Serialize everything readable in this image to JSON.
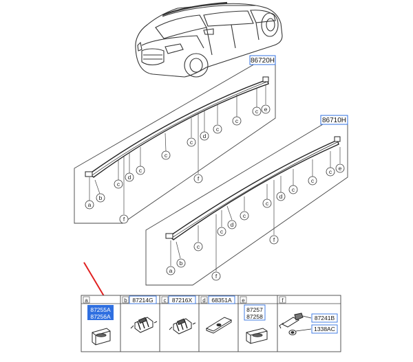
{
  "assemblies": [
    {
      "id": "upper",
      "part_number": "86720H",
      "callouts": [
        "a",
        "b",
        "c",
        "d",
        "c",
        "f",
        "c",
        "d",
        "c",
        "c",
        "c",
        "e",
        "f",
        "c"
      ]
    },
    {
      "id": "lower",
      "part_number": "86710H",
      "callouts": [
        "a",
        "b",
        "c",
        "d",
        "c",
        "f",
        "c",
        "d",
        "c",
        "c",
        "c",
        "e",
        "f",
        "c"
      ]
    }
  ],
  "legend": {
    "cells": [
      {
        "letter": "a",
        "parts": [
          "87255A",
          "87256A"
        ],
        "highlighted": true,
        "icon": "rubber-cap-icon"
      },
      {
        "letter": "b",
        "parts": [
          "87214G"
        ],
        "highlighted": false,
        "icon": "mounting-clip-icon"
      },
      {
        "letter": "c",
        "parts": [
          "87216X"
        ],
        "highlighted": false,
        "icon": "retainer-clip-icon"
      },
      {
        "letter": "d",
        "parts": [
          "68351A"
        ],
        "highlighted": false,
        "icon": "flat-pad-icon"
      },
      {
        "letter": "e",
        "parts": [
          "87257",
          "87258"
        ],
        "highlighted": false,
        "icon": "end-cap-icon"
      },
      {
        "letter": "f",
        "parts": [
          "87241B",
          "1338AC"
        ],
        "highlighted": false,
        "icon": "bolt-nut-icon"
      }
    ]
  },
  "annotation": {
    "arrow_color": "#e02020",
    "target": "87255A"
  },
  "colors": {
    "highlight": "#2f6fe0",
    "line": "#333333"
  }
}
